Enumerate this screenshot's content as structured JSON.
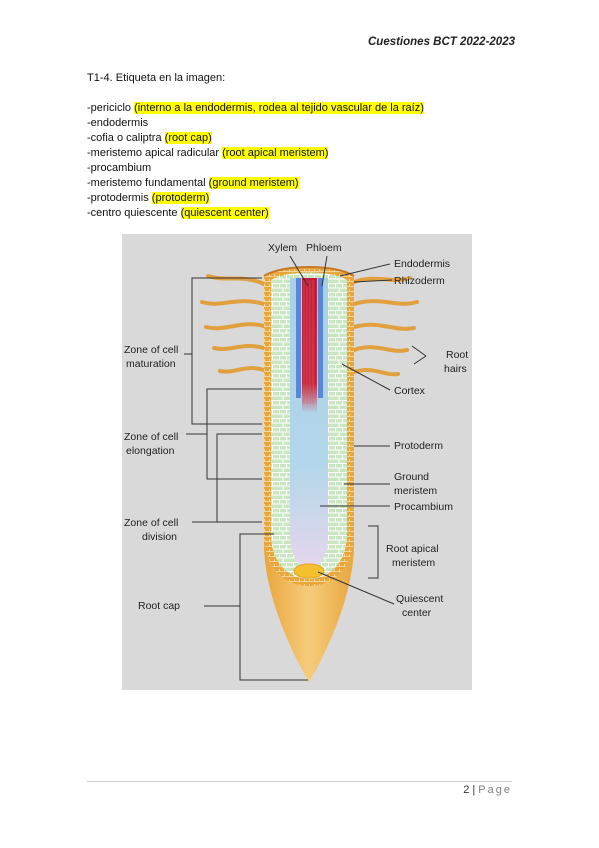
{
  "header": {
    "title": "Cuestiones BCT 2022-2023"
  },
  "question": {
    "title": "T1-4.  Etiqueta en la imagen:"
  },
  "items": [
    {
      "text": "-periciclo ",
      "highlight": "(interno a la endodermis, rodea al tejido vascular de la raíz)"
    },
    {
      "text": "-endodermis",
      "highlight": ""
    },
    {
      "text": "-cofia o caliptra ",
      "highlight": "(root cap)"
    },
    {
      "text": "-meristemo apical radicular ",
      "highlight": "(root apical meristem)"
    },
    {
      "text": "-procambium",
      "highlight": ""
    },
    {
      "text": "-meristemo fundamental ",
      "highlight": "(ground meristem)"
    },
    {
      "text": "-protodermis ",
      "highlight": "(protoderm)"
    },
    {
      "text": "-centro quiescente ",
      "highlight": "(quiescent center)"
    }
  ],
  "figure": {
    "labels": {
      "xylem": "Xylem",
      "phloem": "Phloem",
      "endodermis": "Endodermis",
      "rhizoderm": "Rhizoderm",
      "root_hairs_1": "Root",
      "root_hairs_2": "hairs",
      "cortex": "Cortex",
      "protoderm": "Protoderm",
      "ground_meristem_1": "Ground",
      "ground_meristem_2": "meristem",
      "procambium": "Procambium",
      "root_apical_meristem_1": "Root apical",
      "root_apical_meristem_2": "meristem",
      "quiescent_center_1": "Quiescent",
      "quiescent_center_2": "center",
      "zone_maturation_1": "Zone of cell",
      "zone_maturation_2": "maturation",
      "zone_elongation_1": "Zone of cell",
      "zone_elongation_2": "elongation",
      "zone_division_1": "Zone of cell",
      "zone_division_2": "division",
      "root_cap": "Root cap"
    },
    "colors": {
      "background": "#d9d9d9",
      "root_cap": "#f0b855",
      "epidermis": "#e8a63c",
      "cortex": "#c8e6c0",
      "xylem": "#c8283c",
      "procambium": "#a8d0e6",
      "quiescent": "#f5c030"
    }
  },
  "footer": {
    "page_number": "2",
    "separator": "|",
    "page_word": "Page"
  }
}
